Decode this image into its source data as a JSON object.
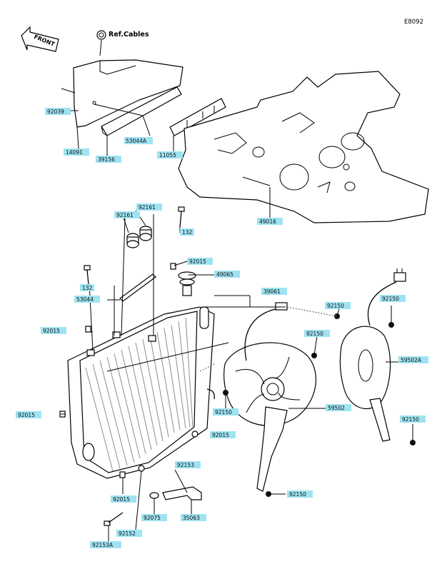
{
  "diagram_code": "E8092",
  "front_label": "FRONT",
  "ref_label": "Ref.Cables",
  "part_tags": [
    {
      "id": "t1",
      "text": "92039"
    },
    {
      "id": "t2",
      "text": "14091"
    },
    {
      "id": "t3",
      "text": "39156"
    },
    {
      "id": "t4",
      "text": "53044A"
    },
    {
      "id": "t5",
      "text": "11055"
    },
    {
      "id": "t6",
      "text": "49016"
    },
    {
      "id": "t7",
      "text": "92161"
    },
    {
      "id": "t8",
      "text": "92161"
    },
    {
      "id": "t9",
      "text": "132"
    },
    {
      "id": "t10",
      "text": "92015"
    },
    {
      "id": "t11",
      "text": "49065"
    },
    {
      "id": "t12",
      "text": "39061"
    },
    {
      "id": "t13",
      "text": "132"
    },
    {
      "id": "t14",
      "text": "53044"
    },
    {
      "id": "t15",
      "text": "92015"
    },
    {
      "id": "t16",
      "text": "92150"
    },
    {
      "id": "t17",
      "text": "92150"
    },
    {
      "id": "t18",
      "text": "92150"
    },
    {
      "id": "t19",
      "text": "59502A"
    },
    {
      "id": "t20",
      "text": "92015"
    },
    {
      "id": "t21",
      "text": "92150"
    },
    {
      "id": "t22",
      "text": "59502"
    },
    {
      "id": "t23",
      "text": "92015"
    },
    {
      "id": "t24",
      "text": "92150"
    },
    {
      "id": "t25",
      "text": "92153"
    },
    {
      "id": "t26",
      "text": "92150"
    },
    {
      "id": "t27",
      "text": "92015"
    },
    {
      "id": "t28",
      "text": "92075"
    },
    {
      "id": "t29",
      "text": "35063"
    },
    {
      "id": "t30",
      "text": "92152"
    },
    {
      "id": "t31",
      "text": "92153A"
    }
  ]
}
